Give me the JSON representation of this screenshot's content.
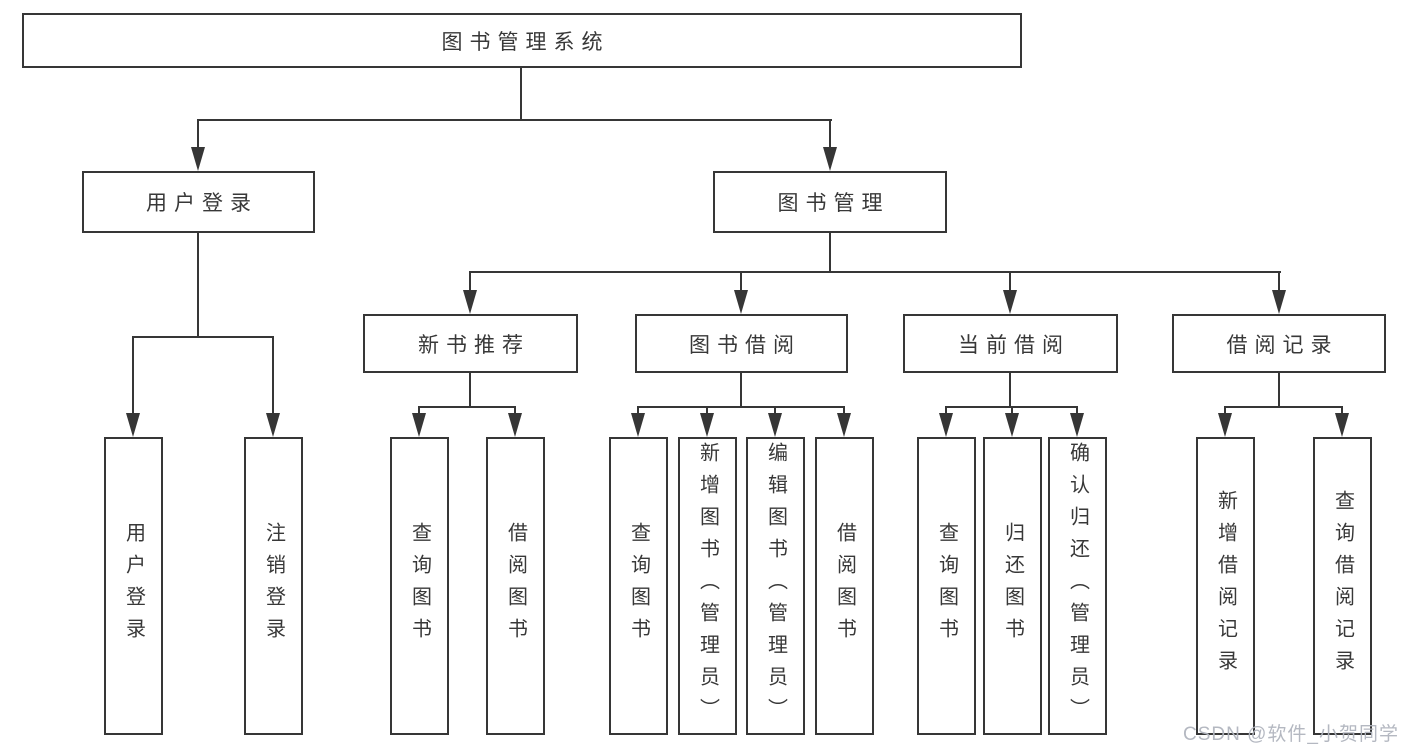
{
  "diagram": {
    "root": {
      "label": "图书管理系统"
    },
    "level2": [
      {
        "label": "用户登录"
      },
      {
        "label": "图书管理"
      }
    ],
    "level3": [
      {
        "label": "新书推荐"
      },
      {
        "label": "图书借阅"
      },
      {
        "label": "当前借阅"
      },
      {
        "label": "借阅记录"
      }
    ],
    "leaves": {
      "userLogin": [
        "用户登录",
        "注销登录"
      ],
      "newBook": [
        "查询图书",
        "借阅图书"
      ],
      "bookBorrow": [
        "查询图书",
        "新增图书（管理员）",
        "编辑图书（管理员）",
        "借阅图书"
      ],
      "currentBorrow": [
        "查询图书",
        "归还图书",
        "确认归还（管理员）"
      ],
      "borrowRecord": [
        "新增借阅记录",
        "查询借阅记录"
      ]
    },
    "watermark": "CSDN @软件_小贺同学",
    "colors": {
      "line": "#363636",
      "text": "#383838",
      "background": "#ffffff",
      "watermark": "#b0b4be"
    }
  }
}
